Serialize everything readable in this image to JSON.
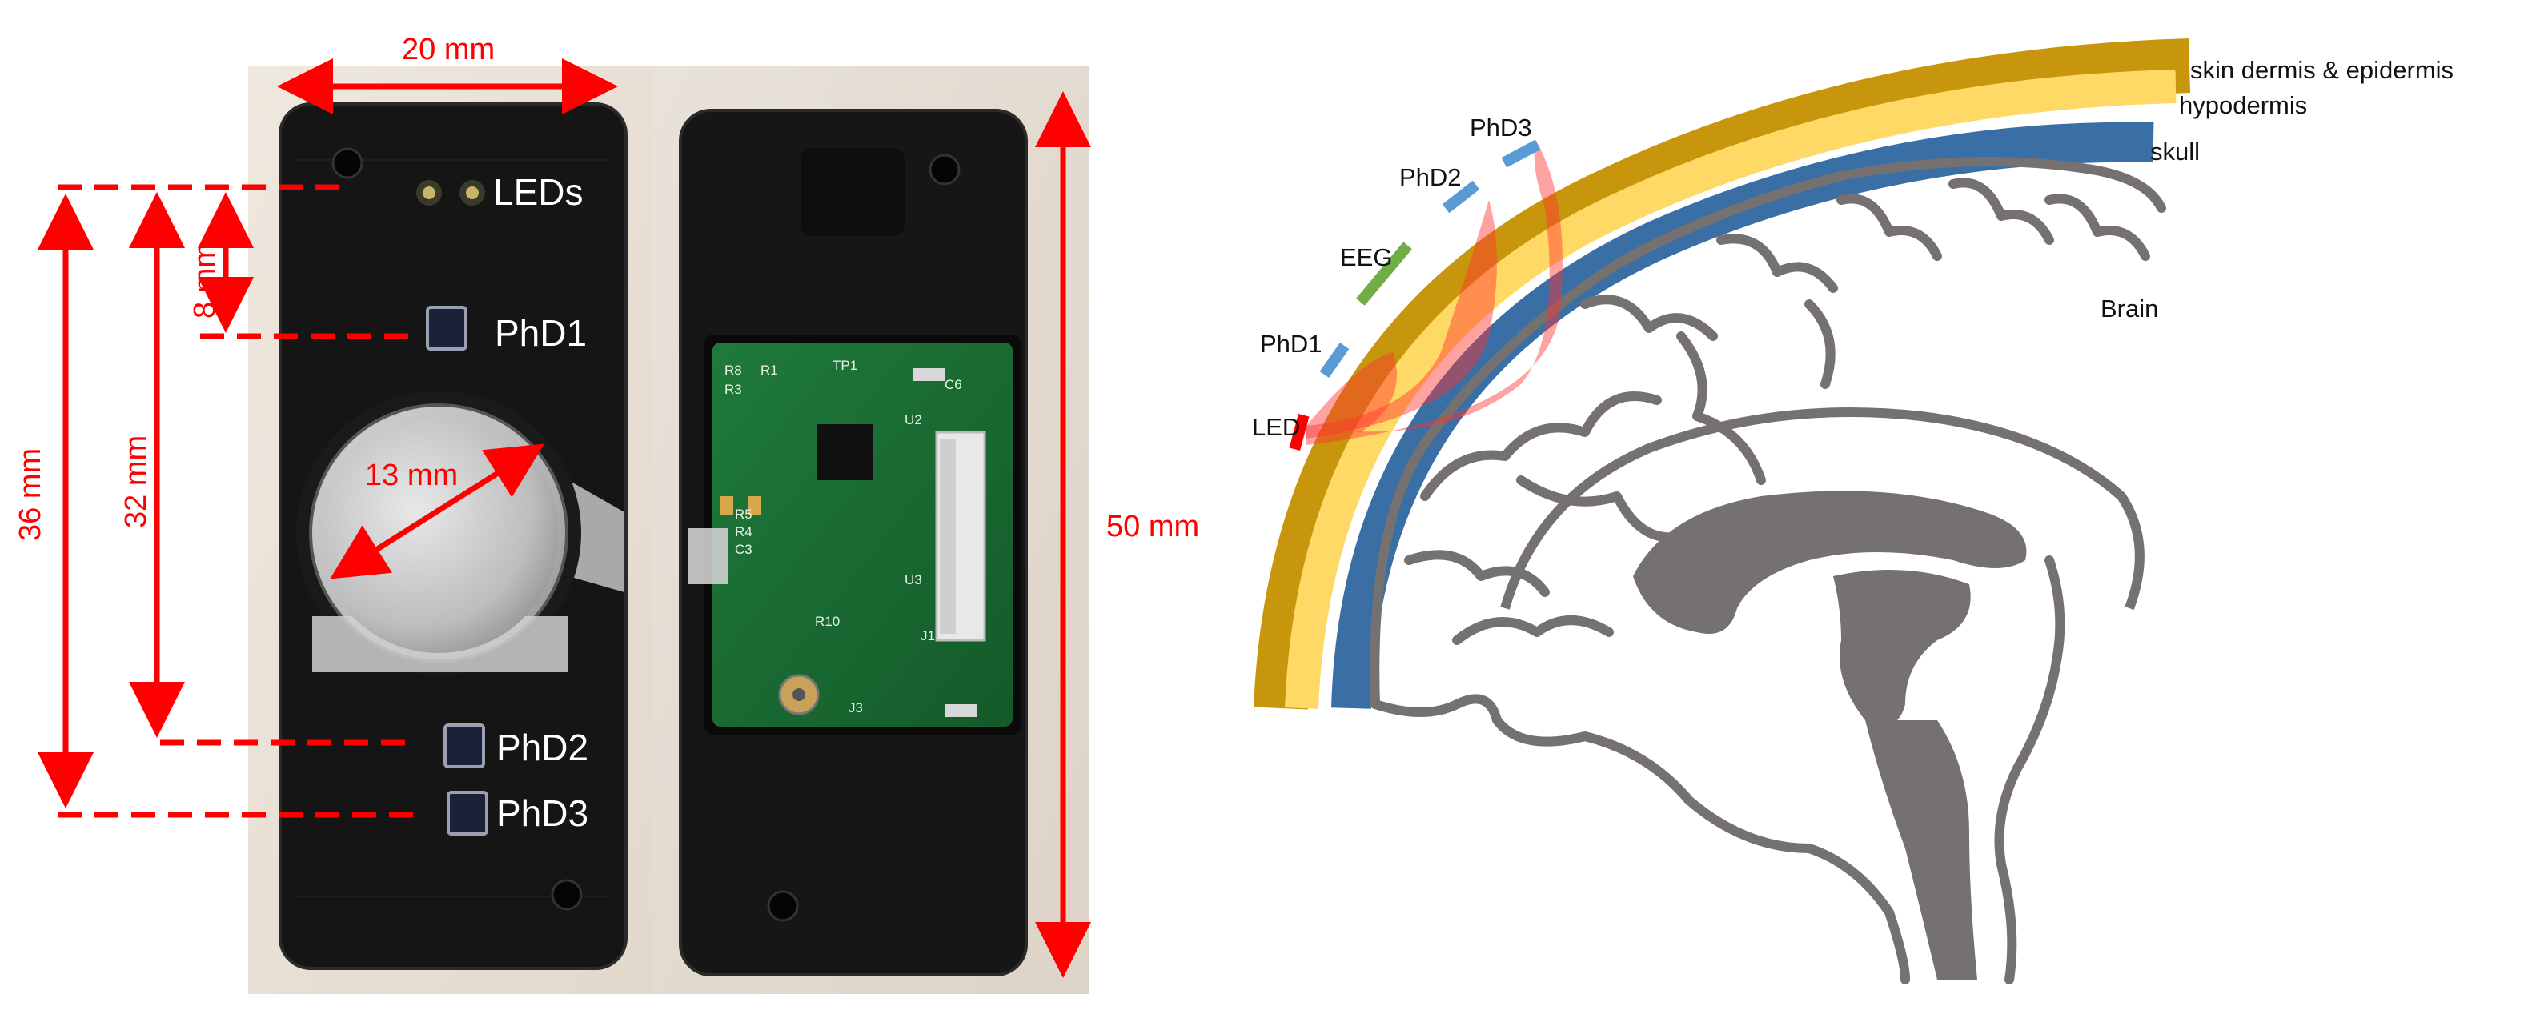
{
  "device": {
    "dim_width": "20 mm",
    "dim_8": "8 mm",
    "dim_32": "32 mm",
    "dim_36": "36 mm",
    "dim_50": "50 mm",
    "dim_battery": "13 mm",
    "label_leds": "LEDs",
    "label_phd1": "PhD1",
    "label_phd2": "PhD2",
    "label_phd3": "PhD3"
  },
  "pcb_silkscreen": [
    "R8",
    "R3",
    "R1",
    "TP1",
    "C6",
    "U2",
    "R5",
    "R4",
    "C3",
    "R10",
    "U3",
    "J3",
    "J1"
  ],
  "head": {
    "layer_skin": "skin dermis & epidermis",
    "layer_hypodermis": "hypodermis",
    "layer_skull": "skull",
    "brain": "Brain",
    "phd1": "PhD1",
    "phd2": "PhD2",
    "phd3": "PhD3",
    "eeg": "EEG",
    "led": "LED"
  },
  "colors": {
    "dimension": "#ff0000",
    "skin": "#c8960c",
    "hypodermis": "#ffd966",
    "skull": "#3a6fa6",
    "brain_outline": "#757171",
    "brain_core": "#757171",
    "photodiode": "#5b9bd5",
    "eeg": "#70ad47",
    "led": "#ff0000",
    "light_path": "#ff4040"
  }
}
